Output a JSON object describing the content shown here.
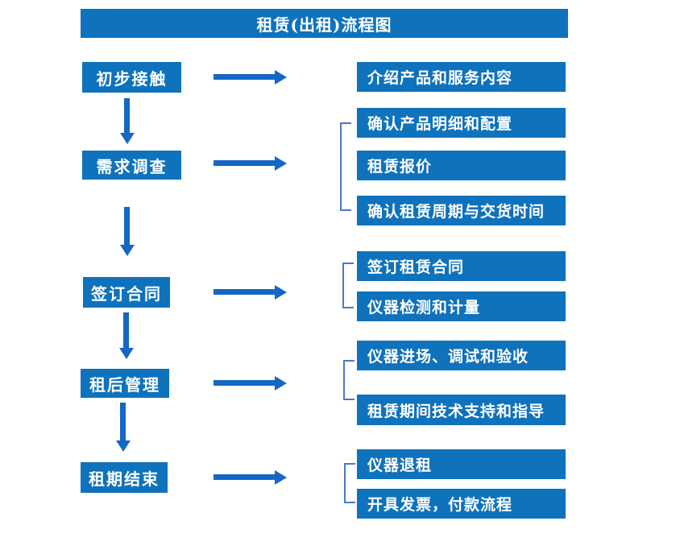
{
  "title": "租赁(出租)流程图",
  "colors": {
    "box_fill": "#0f72bc",
    "arrow": "#1567c6",
    "bracket": "#4a77c9",
    "text": "#ffffff",
    "background": "#ffffff"
  },
  "steps": [
    {
      "label": "初步接触",
      "details": [
        "介绍产品和服务内容"
      ]
    },
    {
      "label": "需求调查",
      "details": [
        "确认产品明细和配置",
        "租赁报价",
        "确认租赁周期与交货时间"
      ]
    },
    {
      "label": "签订合同",
      "details": [
        "签订租赁合同",
        "仪器检测和计量"
      ]
    },
    {
      "label": "租后管理",
      "details": [
        "仪器进场、调试和验收",
        "租赁期间技术支持和指导"
      ]
    },
    {
      "label": "租期结束",
      "details": [
        "仪器退租",
        "开具发票，付款流程"
      ]
    }
  ]
}
